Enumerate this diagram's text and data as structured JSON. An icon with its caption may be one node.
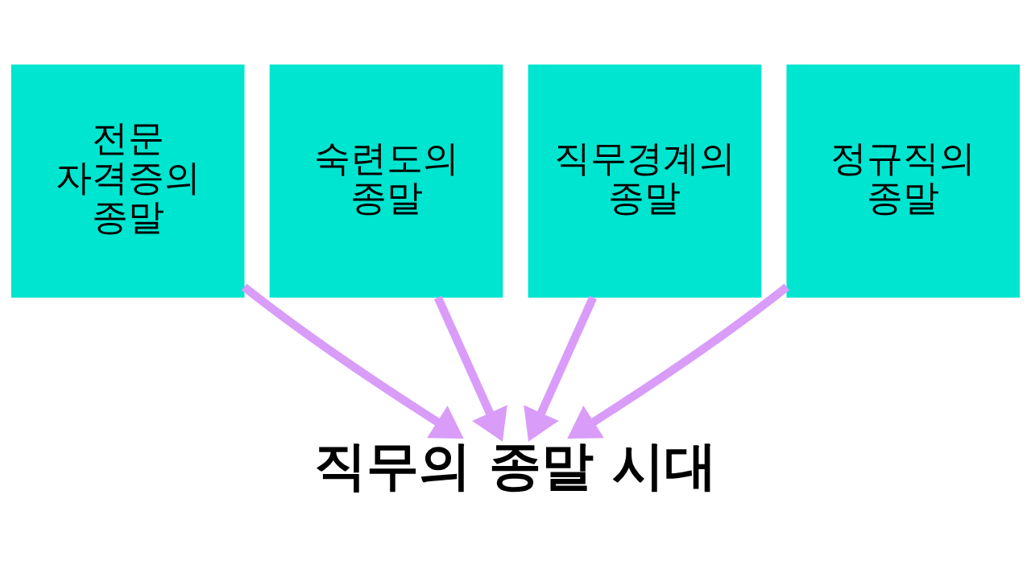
{
  "diagram": {
    "nodes": [
      {
        "text": [
          "전문 자격증의 종말"
        ]
      },
      {
        "text": [
          "숙련도의 종말"
        ]
      },
      {
        "text": [
          "직무경계의 종말"
        ]
      },
      {
        "text": [
          "정규직의 종말"
        ]
      },
      {
        "text": [
          "직무의 종말 시대"
        ]
      }
    ],
    "edges": [
      {
        "from": 0,
        "to": 4,
        "arrow": "to"
      },
      {
        "from": 1,
        "to": 4,
        "arrow": "to"
      },
      {
        "from": 2,
        "to": 4,
        "arrow": "to"
      },
      {
        "from": 3,
        "to": 4,
        "arrow": "to"
      }
    ]
  }
}
